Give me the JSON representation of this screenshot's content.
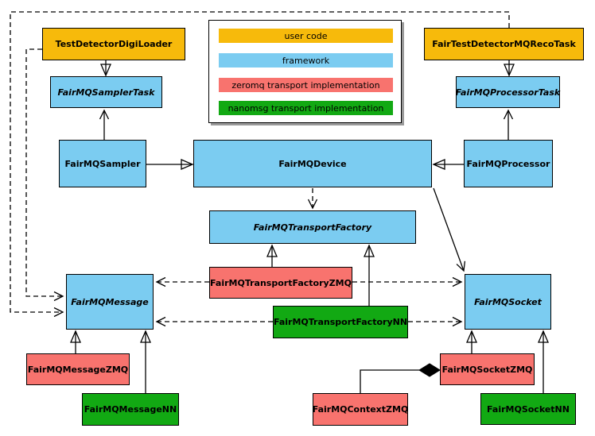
{
  "colors": {
    "user_code": "#F7BA0B",
    "framework": "#7BCCF1",
    "zeromq": "#F8736E",
    "nanomsg": "#12A913"
  },
  "legend": {
    "items": [
      {
        "label": "user code",
        "color": "#F7BA0B"
      },
      {
        "label": "framework",
        "color": "#7BCCF1"
      },
      {
        "label": "zeromq transport implementation",
        "color": "#F8736E"
      },
      {
        "label": "nanomsg transport implementation",
        "color": "#12A913"
      }
    ]
  },
  "nodes": {
    "digi_loader": {
      "label": "TestDetectorDigiLoader",
      "category": "user_code",
      "abstract": false
    },
    "reco_task": {
      "label": "FairTestDetectorMQRecoTask",
      "category": "user_code",
      "abstract": false
    },
    "sampler_task": {
      "label": "FairMQSamplerTask",
      "category": "framework",
      "abstract": true
    },
    "processor_task": {
      "label": "FairMQProcessorTask",
      "category": "framework",
      "abstract": true
    },
    "sampler": {
      "label": "FairMQSampler",
      "category": "framework",
      "abstract": false
    },
    "device": {
      "label": "FairMQDevice",
      "category": "framework",
      "abstract": false
    },
    "processor": {
      "label": "FairMQProcessor",
      "category": "framework",
      "abstract": false
    },
    "transport_factory": {
      "label": "FairMQTransportFactory",
      "category": "framework",
      "abstract": true
    },
    "transport_factory_zmq": {
      "label": "FairMQTransportFactoryZMQ",
      "category": "zeromq",
      "abstract": false
    },
    "transport_factory_nn": {
      "label": "FairMQTransportFactoryNN",
      "category": "nanomsg",
      "abstract": false
    },
    "message": {
      "label": "FairMQMessage",
      "category": "framework",
      "abstract": true
    },
    "message_zmq": {
      "label": "FairMQMessageZMQ",
      "category": "zeromq",
      "abstract": false
    },
    "message_nn": {
      "label": "FairMQMessageNN",
      "category": "nanomsg",
      "abstract": false
    },
    "socket": {
      "label": "FairMQSocket",
      "category": "framework",
      "abstract": true
    },
    "socket_zmq": {
      "label": "FairMQSocketZMQ",
      "category": "zeromq",
      "abstract": false
    },
    "socket_nn": {
      "label": "FairMQSocketNN",
      "category": "nanomsg",
      "abstract": false
    },
    "context_zmq": {
      "label": "FairMQContextZMQ",
      "category": "zeromq",
      "abstract": false
    }
  }
}
